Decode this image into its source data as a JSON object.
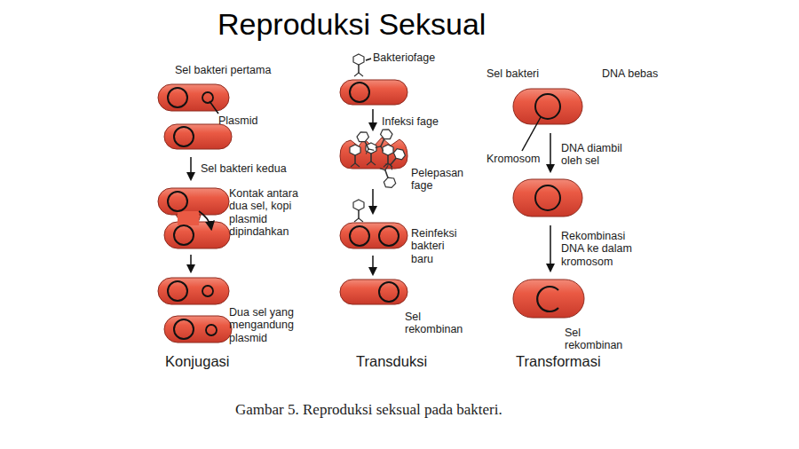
{
  "diagram": {
    "title": "Reproduksi Seksual",
    "caption": "Gambar 5. Reproduksi seksual pada bakteri.",
    "labels": [
      "Sel bakteri pertama",
      "Plasmid",
      "Sel bakteri kedua",
      "Kontak antara dua sel, kopi plasmid dipindahkan",
      "Dua sel yang mengandung plasmid",
      "Konjugasi",
      "Bakteriofage",
      "Infeksi fage",
      "Pelepasan fage",
      "Reinfeksi bakteri baru",
      "Sel rekombinan",
      "Transduksi",
      "Sel bakteri",
      "DNA bebas",
      "Kromosom",
      "DNA diambil oleh sel",
      "Rekombinasi DNA ke dalam kromosom",
      "Sel rekombinan",
      "Transformasi"
    ]
  }
}
